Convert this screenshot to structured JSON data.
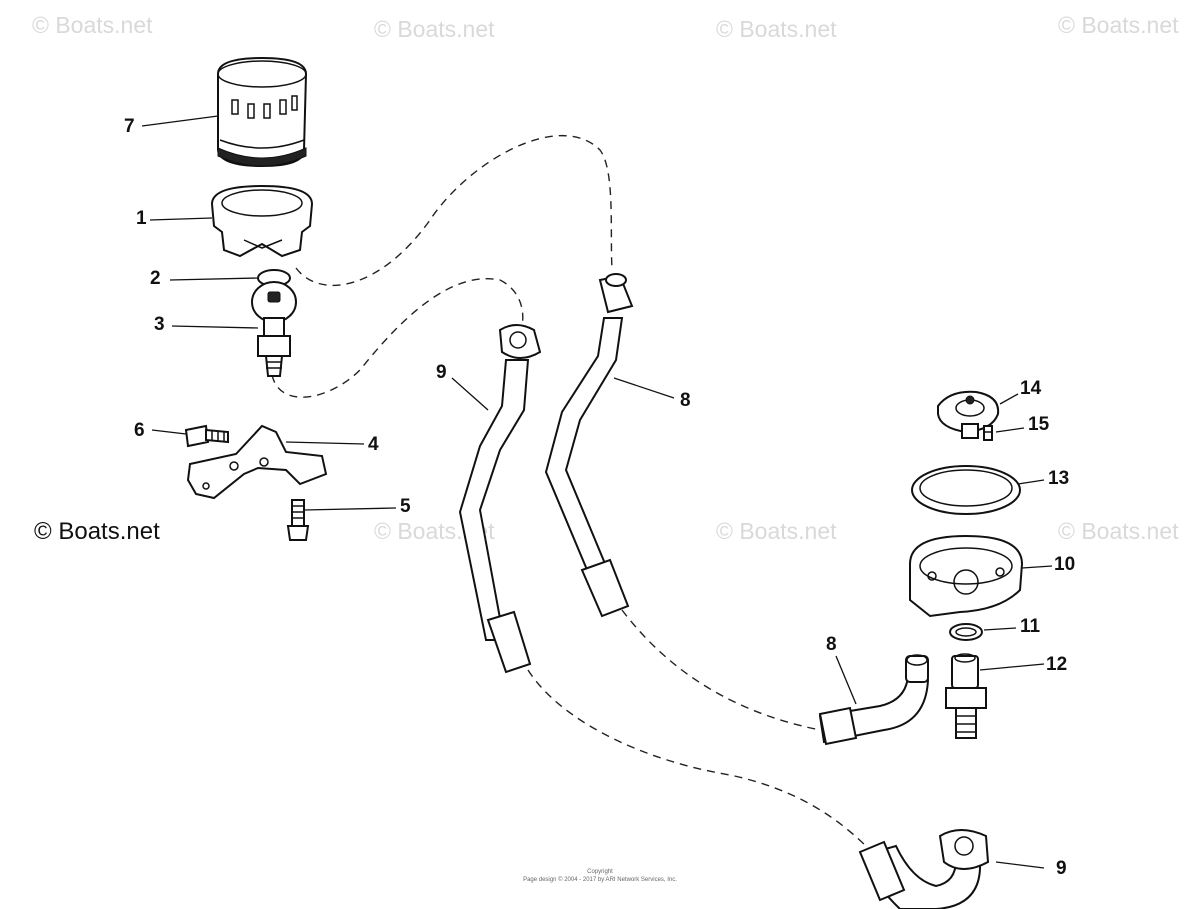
{
  "watermarks": [
    "© Boats.net",
    "© Boats.net",
    "© Boats.net",
    "© Boats.net",
    "© Boats.net",
    "© Boats.net",
    "© Boats.net"
  ],
  "main_watermark": "© Boats.net",
  "callouts": {
    "n1": "1",
    "n2": "2",
    "n3": "3",
    "n4": "4",
    "n5": "5",
    "n6": "6",
    "n7": "7",
    "n8a": "8",
    "n8b": "8",
    "n9a": "9",
    "n9b": "9",
    "n10": "10",
    "n11": "11",
    "n12": "12",
    "n13": "13",
    "n14": "14",
    "n15": "15"
  },
  "footer": {
    "line1": "Copyright",
    "line2": "Page design © 2004 - 2017 by ARI Network Services, Inc."
  }
}
